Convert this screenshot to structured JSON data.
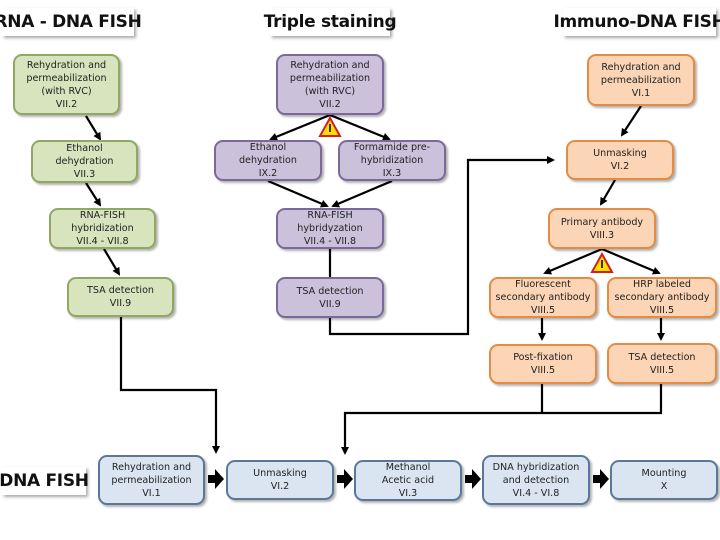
{
  "titles": {
    "rna_dna": "RNA - DNA FISH",
    "triple": "Triple staining",
    "immuno": "Immuno-DNA FISH",
    "dna": "DNA FISH"
  },
  "colors": {
    "green_fill": "#d7e4bd",
    "green_border": "#8fa862",
    "purple_fill": "#ccc1da",
    "purple_border": "#7b6a99",
    "orange_fill": "#fbd5b5",
    "orange_border": "#e38c45",
    "blue_fill": "#dbe5f1",
    "blue_border": "#5b7797",
    "warning_fill": "#ffde00",
    "warning_border": "#d21f1f"
  },
  "rna_dna": {
    "steps": [
      {
        "lines": [
          "Rehydration and",
          "permeabilization",
          "(with RVC)",
          "VII.2"
        ]
      },
      {
        "lines": [
          "Ethanol",
          "dehydration",
          "VII.3"
        ]
      },
      {
        "lines": [
          "RNA-FISH",
          "hybridization",
          "VII.4 - VII.8"
        ]
      },
      {
        "lines": [
          "TSA detection",
          "VII.9"
        ]
      }
    ]
  },
  "triple": {
    "steps": [
      {
        "lines": [
          "Rehydration and",
          "permeabilization",
          "(with RVC)",
          "VII.2"
        ]
      },
      {
        "lines": [
          "Ethanol",
          "dehydration",
          "IX.2"
        ]
      },
      {
        "lines": [
          "Formamide pre-",
          "hybridization",
          "IX.3"
        ]
      },
      {
        "lines": [
          "RNA-FISH",
          "hybridyzation",
          "VII.4 - VII.8"
        ]
      },
      {
        "lines": [
          "TSA detection",
          "VII.9"
        ]
      }
    ],
    "warning_icon": "warning-icon"
  },
  "immuno": {
    "steps": [
      {
        "lines": [
          "Rehydration and",
          "permeabilization",
          "VI.1"
        ]
      },
      {
        "lines": [
          "Unmasking",
          "VI.2"
        ]
      },
      {
        "lines": [
          "Primary antibody",
          "VIII.3"
        ]
      },
      {
        "lines": [
          "Fluorescent",
          "secondary antibody",
          "VIII.5"
        ]
      },
      {
        "lines": [
          "HRP labeled",
          "secondary antibody",
          "VIII.5"
        ]
      },
      {
        "lines": [
          "Post-fixation",
          "VIII.5"
        ]
      },
      {
        "lines": [
          "TSA detection",
          "VIII.5"
        ]
      }
    ],
    "warning_icon": "warning-icon"
  },
  "dna": {
    "steps": [
      {
        "lines": [
          "Rehydration and",
          "permeabilization",
          "VI.1"
        ]
      },
      {
        "lines": [
          "Unmasking",
          "VI.2"
        ]
      },
      {
        "lines": [
          "Methanol",
          "Acetic acid",
          "VI.3"
        ]
      },
      {
        "lines": [
          "DNA hybridization",
          "and detection",
          "VI.4 - VI.8"
        ]
      },
      {
        "lines": [
          "Mounting",
          "X"
        ]
      }
    ]
  }
}
